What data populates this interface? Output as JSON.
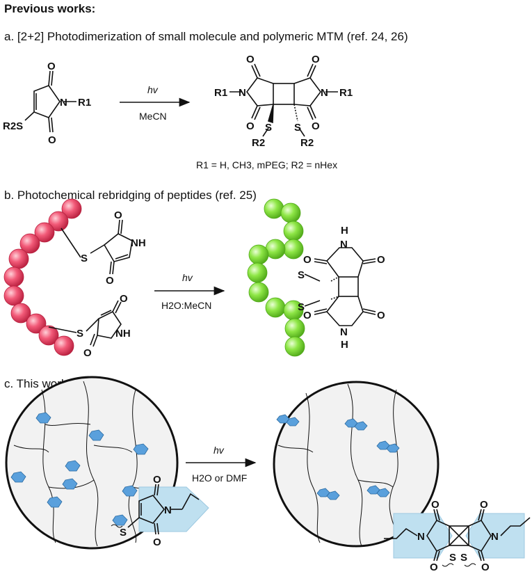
{
  "heading": "Previous works:",
  "section_a": {
    "title": "a. [2+2] Photodimerization of small molecule and polymeric MTM (ref. 24, 26)",
    "arrow_top": "hv",
    "arrow_bottom": "MeCN",
    "substituents": "R1 = H, CH3, mPEG; R2 = nHex"
  },
  "section_b": {
    "title": "b. Photochemical rebridging of peptides (ref. 25)",
    "arrow_top": "hv",
    "arrow_bottom": "H2O:MeCN"
  },
  "section_c": {
    "title": "c. This work:",
    "arrow_top": "hv",
    "arrow_bottom": "H2O or DMF"
  },
  "atoms": {
    "O": "O",
    "N": "N",
    "S": "S",
    "H": "H",
    "NH": "NH",
    "R1": "R1",
    "R2S": "R2S",
    "R2": "R2"
  },
  "colors": {
    "peptide_red": "#f04a6a",
    "peptide_green": "#7ee030",
    "hexagon_blue": "#5aa0dc",
    "shade_blue": "#bfe0f0",
    "network_bg": "#f2f2f2"
  }
}
